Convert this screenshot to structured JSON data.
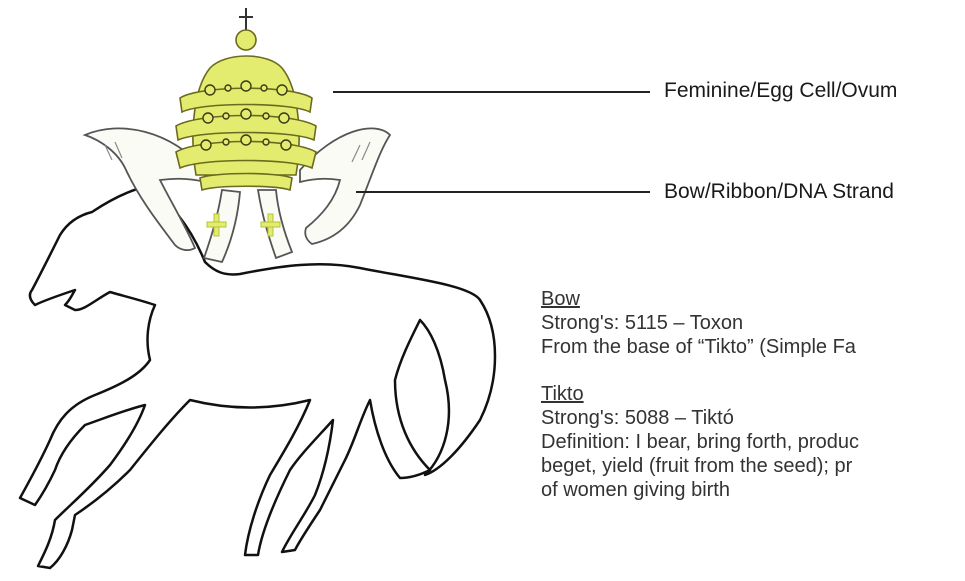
{
  "labels": {
    "feminine": "Feminine/Egg Cell/Ovum",
    "bow": "Bow/Ribbon/DNA Strand"
  },
  "entries": [
    {
      "term": "Bow",
      "lines": [
        "Strong's: 5115 – Toxon",
        "From the base of “Tikto” (Simple Fa"
      ]
    },
    {
      "term": "Tikto",
      "lines": [
        "Strong's: 5088 – Tiktó",
        "Definition: I bear, bring forth, produc",
        "beget, yield (fruit from the seed); pr",
        "of women giving birth"
      ]
    }
  ],
  "colors": {
    "crown_yellow": "#e3ec6e",
    "crown_outline": "#6b6a1f",
    "horse_line": "#111111",
    "ribbon_fill": "#fbfbf6",
    "callout_line": "#222222"
  }
}
